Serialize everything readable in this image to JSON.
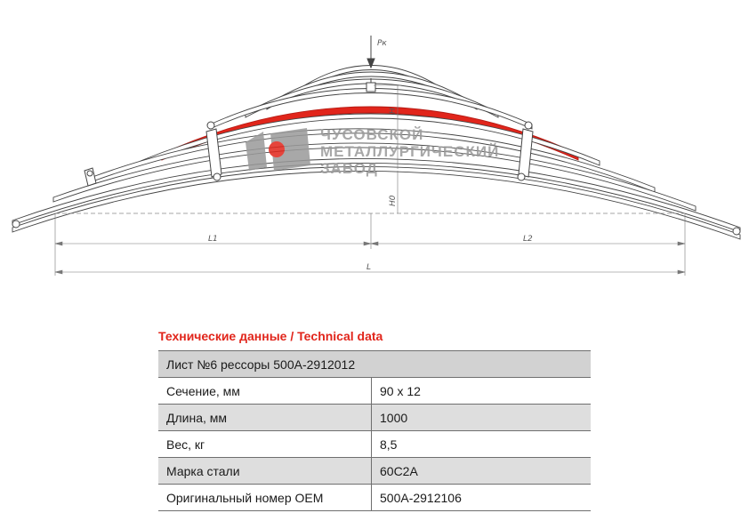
{
  "drawing": {
    "force_label": "Pк",
    "dim_l1": "L1",
    "dim_l2": "L2",
    "dim_l": "L",
    "dim_h": "H",
    "dim_h0": "H0"
  },
  "watermark": {
    "line1": "ЧУСОВСКОЙ",
    "line2": "МЕТАЛЛУРГИЧЕСКИЙ",
    "line3": "ЗАВОД",
    "accent_color": "#e1251b",
    "mark_color": "#9a9a9a"
  },
  "spec": {
    "title": "Технические данные / Technical data",
    "header": "Лист №6 рессоры 500А-2912012",
    "rows": [
      {
        "label": "Сечение, мм",
        "value": "90 х 12"
      },
      {
        "label": "Длина, мм",
        "value": "1000"
      },
      {
        "label": "Вес, кг",
        "value": "8,5"
      },
      {
        "label": "Марка стали",
        "value": "60С2А"
      },
      {
        "label": "Оригинальный номер OEM",
        "value": "500А-2912106"
      }
    ]
  },
  "colors": {
    "highlight_leaf": "#e1251b",
    "title": "#e1251b",
    "row_shade": "#dedede",
    "header_shade": "#d2d2d2"
  }
}
